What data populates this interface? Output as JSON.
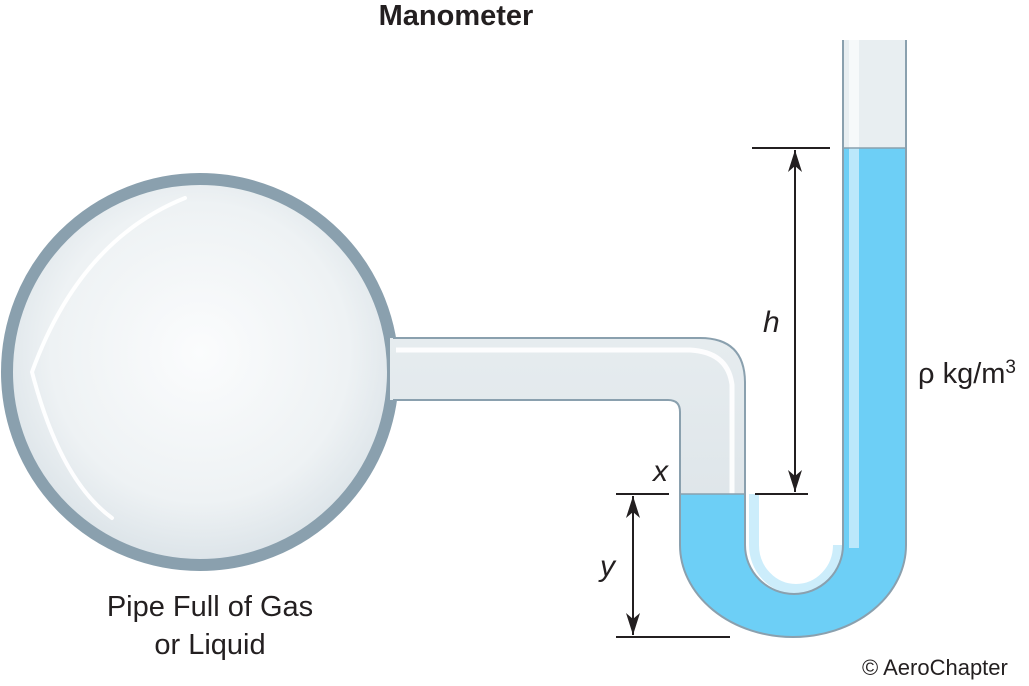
{
  "title": "Manometer",
  "labels": {
    "h": "h",
    "x": "x",
    "y": "y",
    "density_symbol": "ρ",
    "density_unit": "kg/m",
    "density_exponent": "3",
    "pipe_line1": "Pipe Full of Gas",
    "pipe_line2": "or Liquid",
    "copyright": "© AeroChapter"
  },
  "colors": {
    "glass_rim": "#8aa0ae",
    "glass_fill": "#e8eef1",
    "liquid": "#6dcff6",
    "liquid_highlight": "#c9ecfb",
    "ink": "#231f20"
  }
}
